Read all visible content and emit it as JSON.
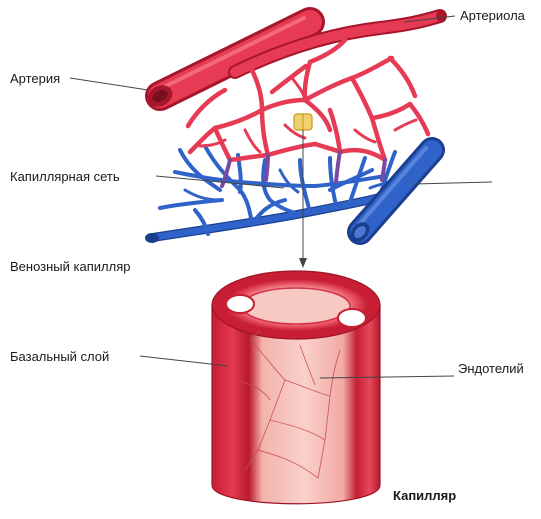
{
  "labels": {
    "arteriole": "Артериола",
    "artery": "Артерия",
    "capillary_network": "Капиллярная сеть",
    "venous_capillary": "Венозный капилляр",
    "basal_layer": "Базальный слой",
    "endothelium": "Эндотелий",
    "capillary": "Капилляр"
  },
  "colors": {
    "arterial": "#e63a55",
    "arterial_dark": "#a8162c",
    "venous": "#2f63c9",
    "venous_dark": "#1b3f8f",
    "vessel_wall": "#d92c42",
    "endothelium_fill": "#f6b9b4",
    "pointer_line": "#444444"
  }
}
